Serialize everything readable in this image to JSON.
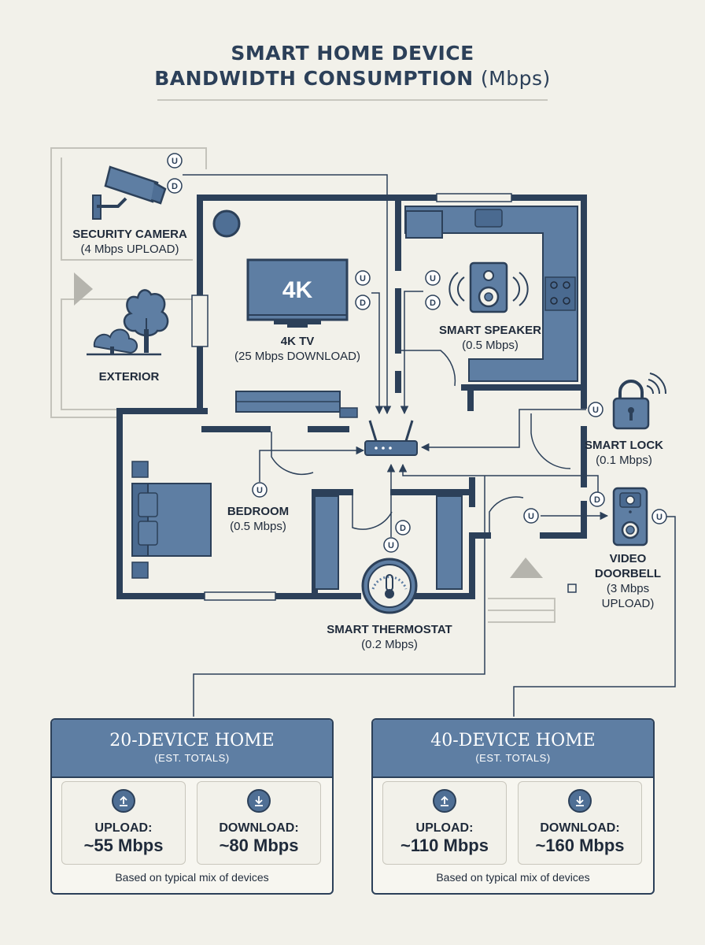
{
  "title": {
    "line1": "SMART HOME DEVICE",
    "line2_main": "BANDWIDTH CONSUMPTION",
    "line2_unit": "(Mbps)"
  },
  "port_labels": {
    "upload": "U",
    "download": "D"
  },
  "devices": {
    "security_camera": {
      "name": "SECURITY CAMERA",
      "detail": "(4 Mbps UPLOAD)"
    },
    "tv": {
      "screen": "4K",
      "name": "4K TV",
      "detail": "(25 Mbps DOWNLOAD)"
    },
    "smart_speaker": {
      "name": "SMART SPEAKER",
      "detail": "(0.5 Mbps)"
    },
    "smart_lock": {
      "name": "SMART LOCK",
      "detail": "(0.1 Mbps)"
    },
    "video_doorbell": {
      "name_line1": "VIDEO",
      "name_line2": "DOORBELL",
      "detail_line1": "(3 Mbps",
      "detail_line2": "UPLOAD)"
    },
    "bedroom": {
      "name": "BEDROOM",
      "detail": "(0.5 Mbps)"
    },
    "smart_thermostat": {
      "name": "SMART THERMOSTAT",
      "detail": "(0.2 Mbps)"
    }
  },
  "areas": {
    "exterior": "EXTERIOR"
  },
  "summaries": [
    {
      "title": "20-DEVICE HOME",
      "subtitle": "(EST. TOTALS)",
      "upload_label": "UPLOAD:",
      "upload_value": "~55 Mbps",
      "download_label": "DOWNLOAD:",
      "download_value": "~80 Mbps",
      "footnote": "Based on typical mix of devices"
    },
    {
      "title": "40-DEVICE HOME",
      "subtitle": "(EST. TOTALS)",
      "upload_label": "UPLOAD:",
      "upload_value": "~110 Mbps",
      "download_label": "DOWNLOAD:",
      "download_value": "~160 Mbps",
      "footnote": "Based on typical mix of devices"
    }
  ],
  "colors": {
    "wall": "#2c4059",
    "fill": "#5e7ea3",
    "background": "#f2f1ea"
  }
}
